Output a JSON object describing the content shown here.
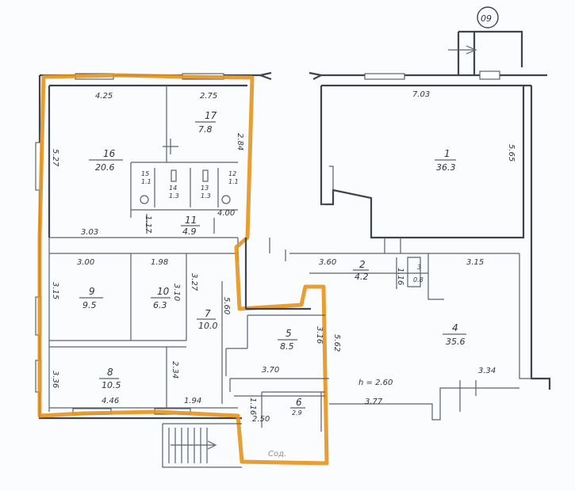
{
  "sheet_number": "09",
  "ceiling_height": "h = 2.60",
  "rooms": [
    {
      "id": "1",
      "num": "1",
      "area": "36.3"
    },
    {
      "id": "2",
      "num": "2",
      "area": "4.2"
    },
    {
      "id": "3",
      "num": "3",
      "area": "0.8"
    },
    {
      "id": "4",
      "num": "4",
      "area": "35.6"
    },
    {
      "id": "5",
      "num": "5",
      "area": "8.5"
    },
    {
      "id": "6",
      "num": "6",
      "area": "2.9"
    },
    {
      "id": "7",
      "num": "7",
      "area": "10.0"
    },
    {
      "id": "8",
      "num": "8",
      "area": "10.5"
    },
    {
      "id": "9",
      "num": "9",
      "area": "9.5"
    },
    {
      "id": "10",
      "num": "10",
      "area": "6.3"
    },
    {
      "id": "11",
      "num": "11",
      "area": "4.9"
    },
    {
      "id": "12",
      "num": "12",
      "area": "1.1"
    },
    {
      "id": "13",
      "num": "13",
      "area": "1.3"
    },
    {
      "id": "14",
      "num": "14",
      "area": "1.3"
    },
    {
      "id": "15",
      "num": "15",
      "area": "1.1"
    },
    {
      "id": "16",
      "num": "16",
      "area": "20.6"
    },
    {
      "id": "17",
      "num": "17",
      "area": "7.8"
    }
  ],
  "dimensions": {
    "d_425": "4.25",
    "d_275": "2.75",
    "d_284": "2.84",
    "d_527": "5.27",
    "d_400": "4.00",
    "d_117": "1.17",
    "d_303": "3.03",
    "d_300": "3.00",
    "d_198": "1.98",
    "d_315": "3.15",
    "d_310": "3.10",
    "d_327": "3.27",
    "d_560": "5.60",
    "d_336": "3.36",
    "d_234": "2.34",
    "d_446": "4.46",
    "d_194": "1.94",
    "d_703": "7.03",
    "d_565": "5.65",
    "d_360": "3.60",
    "d_116a": "1.16",
    "d_315b": "3.15",
    "d_316": "3.16",
    "d_562": "5.62",
    "d_370": "3.70",
    "d_334": "3.34",
    "d_116b": "1.16",
    "d_250": "2.50",
    "d_377": "3.77"
  },
  "stamp_text": "Сод."
}
